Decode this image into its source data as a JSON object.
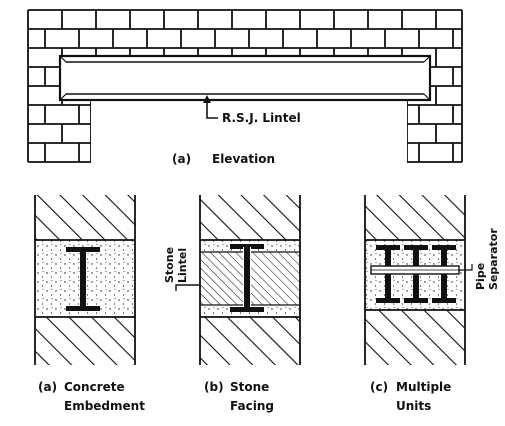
{
  "elevation": {
    "beam_label": "R.S.J. Lintel",
    "caption_letter": "(a)",
    "caption_text": "Elevation"
  },
  "sections": [
    {
      "letter": "(a)",
      "line1": "Concrete",
      "line2": "Embedment"
    },
    {
      "letter": "(b)",
      "line1": "Stone",
      "line2": "Facing",
      "side_label_1": "Stone",
      "side_label_2": "Lintel"
    },
    {
      "letter": "(c)",
      "line1": "Multiple",
      "line2": "Units",
      "side_label_1": "Pipe",
      "side_label_2": "Separator"
    }
  ],
  "colors": {
    "ink": "#111111",
    "paper": "#ffffff"
  }
}
